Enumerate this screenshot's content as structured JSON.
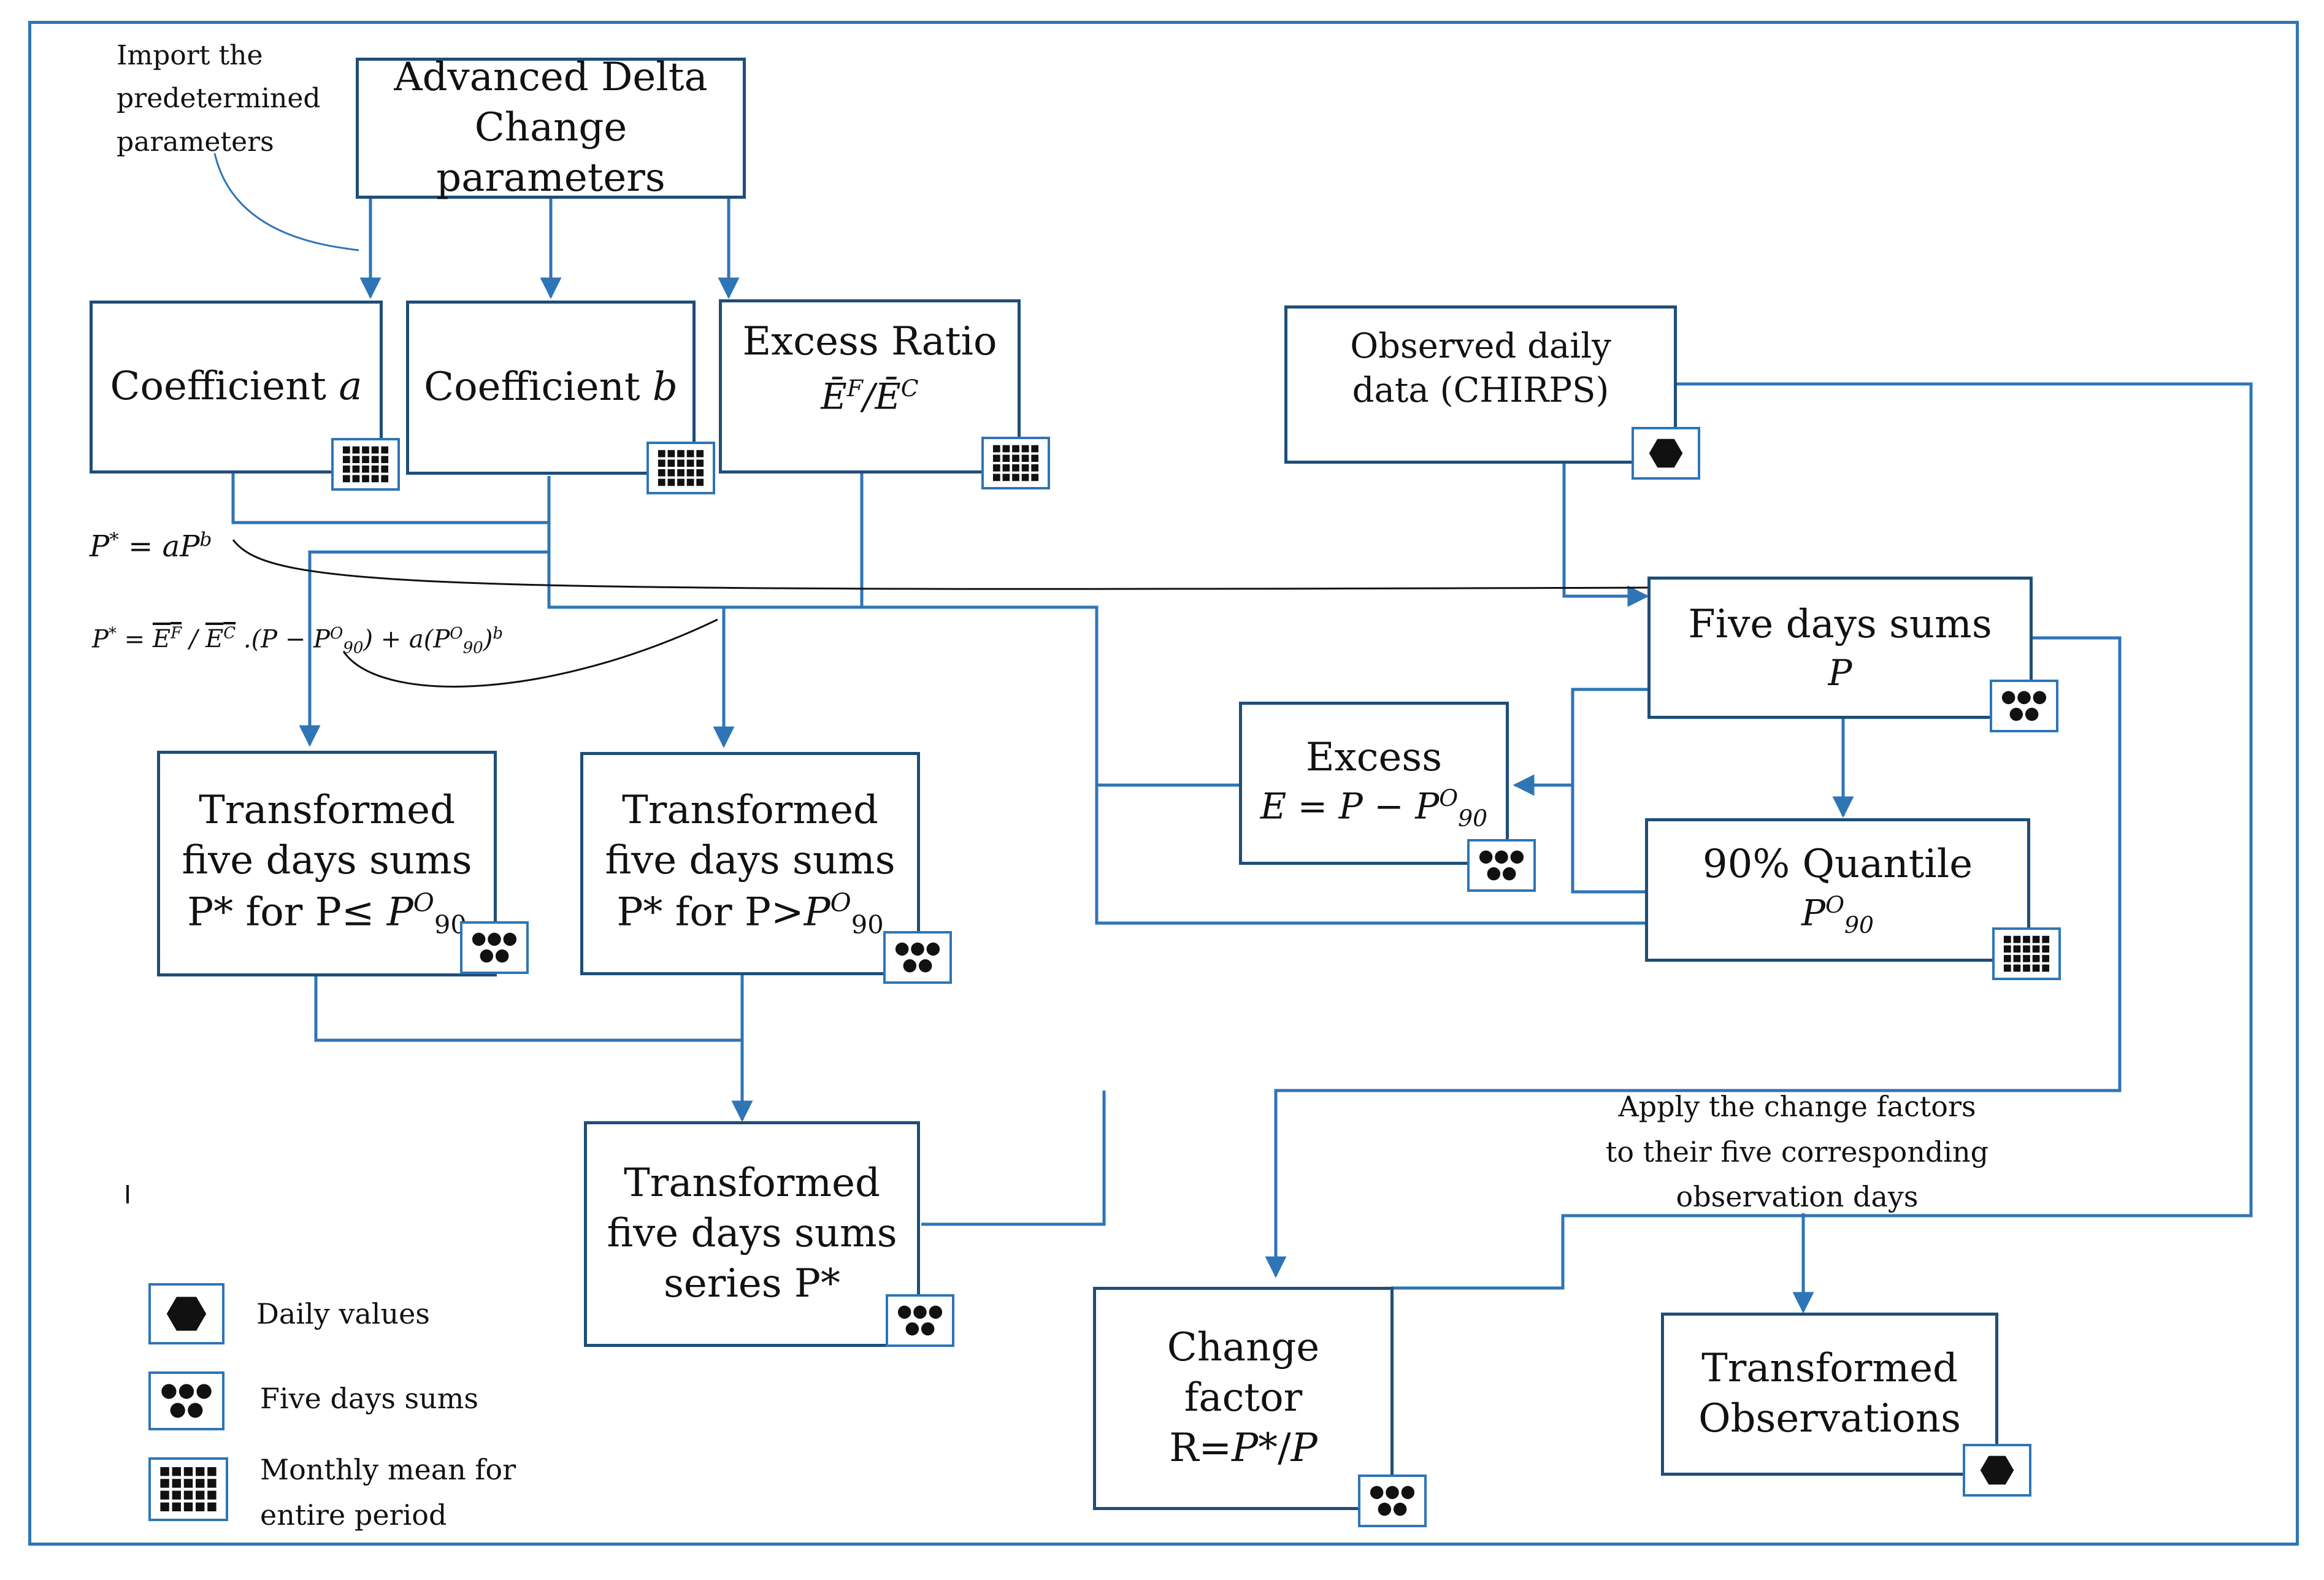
{
  "diagram": {
    "annotations": {
      "import_note": "Import the predetermined parameters",
      "apply_note": "Apply the change factors to their five corresponding observation days"
    },
    "equations": {
      "eq1": "P* = aP^b",
      "eq2": "P* = E̅F / E̅C .(P − P90O) + a(P90O)^b"
    },
    "nodes": {
      "adc": {
        "title": "Advanced Delta Change parameters"
      },
      "coef_a": {
        "title": "Coefficient",
        "var": "a"
      },
      "coef_b": {
        "title": "Coefficient",
        "var": "b"
      },
      "excess_ratio": {
        "title": "Excess Ratio",
        "formula": "Ē^F/Ē^C"
      },
      "observed": {
        "title": "Observed daily data (CHIRPS)"
      },
      "five_days": {
        "title": "Five days sums",
        "formula": "P"
      },
      "excess": {
        "title": "Excess",
        "formula": "E = P − P90O"
      },
      "quantile": {
        "title": "90% Quantile",
        "formula": "P90O"
      },
      "trans_le": {
        "line1": "Transformed",
        "line2": "five days sums",
        "line3": "P* for P≤ P90O"
      },
      "trans_gt": {
        "line1": "Transformed",
        "line2": "five days sums",
        "line3": "P* for P>P90O"
      },
      "trans_series": {
        "line1": "Transformed",
        "line2": "five days sums",
        "line3": "series P*"
      },
      "change_factor": {
        "line1": "Change",
        "line2": "factor",
        "line3": "R=P*/P"
      },
      "trans_obs": {
        "line1": "Transformed",
        "line2": "Observations"
      }
    },
    "legend": {
      "daily": "Daily values",
      "five": "Five days sums",
      "monthly": "Monthly mean for entire period"
    },
    "colors": {
      "line": "#2e75b6",
      "box_border": "#1f4e79",
      "text": "#111111"
    }
  }
}
